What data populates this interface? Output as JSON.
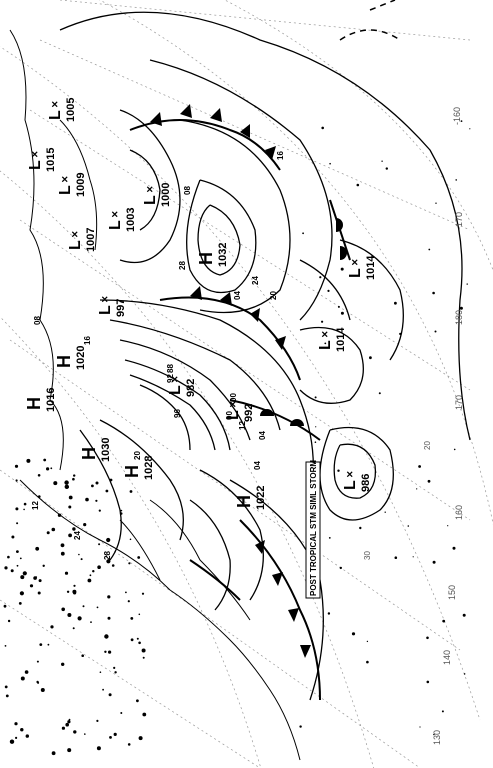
{
  "map": {
    "highs": [
      {
        "id": "h1016",
        "letter": "H",
        "value": "1016"
      },
      {
        "id": "h1032",
        "letter": "H",
        "value": "1032"
      },
      {
        "id": "h1030",
        "letter": "H",
        "value": "1030"
      },
      {
        "id": "h1028",
        "letter": "H",
        "value": "1028"
      },
      {
        "id": "h1022",
        "letter": "H",
        "value": "1022"
      },
      {
        "id": "h1020",
        "letter": "H",
        "value": "1020"
      }
    ],
    "lows": [
      {
        "id": "l986",
        "letter": "L",
        "value": "986"
      },
      {
        "id": "l1000",
        "letter": "L",
        "value": "1000"
      },
      {
        "id": "l1014a",
        "letter": "L",
        "value": "1014"
      },
      {
        "id": "l1014b",
        "letter": "L",
        "value": "1014"
      },
      {
        "id": "l992",
        "letter": "L",
        "value": "992"
      },
      {
        "id": "l982",
        "letter": "L",
        "value": "982"
      },
      {
        "id": "l997",
        "letter": "L",
        "value": "997"
      },
      {
        "id": "l1007",
        "letter": "L",
        "value": "1007"
      },
      {
        "id": "l1015",
        "letter": "L",
        "value": "1015"
      },
      {
        "id": "l1009",
        "letter": "L",
        "value": "1009"
      },
      {
        "id": "l1005",
        "letter": "L",
        "value": "1005"
      },
      {
        "id": "l1003",
        "letter": "L",
        "value": "1003"
      }
    ],
    "isobar_labels": [
      "24",
      "20",
      "16",
      "08",
      "28",
      "04",
      "12",
      "00",
      "96",
      "92",
      "88",
      "08",
      "16",
      "20",
      "04",
      "12",
      "08",
      "24",
      "28",
      "00",
      "04"
    ],
    "storm_label": "POST TROPICAL STM SIML STORM",
    "longitude_ticks": [
      "-160",
      "-170",
      "180",
      "170",
      "160",
      "150",
      "140",
      "130"
    ],
    "latitude_ticks": [
      "20",
      "30"
    ]
  }
}
